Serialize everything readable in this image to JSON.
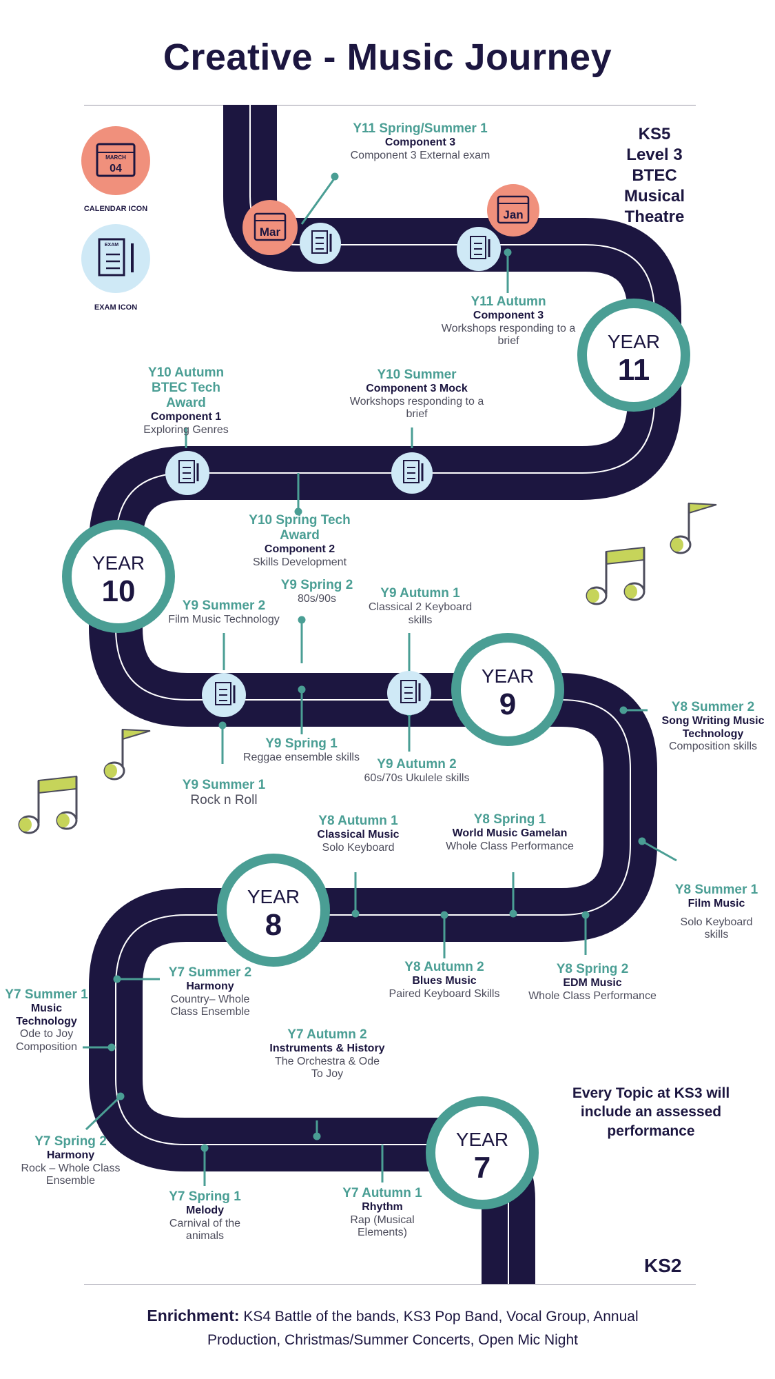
{
  "title": "Creative - Music Journey",
  "legend": {
    "calendar_label": "CALENDAR ICON",
    "calendar_month": "MARCH",
    "calendar_day": "04",
    "exam_label": "EXAM ICON",
    "exam_word": "EXAM"
  },
  "calendar_badges": {
    "mar": "Mar",
    "jan": "Jan"
  },
  "ks5": [
    "KS5",
    "Level 3",
    "BTEC",
    "Musical",
    "Theatre"
  ],
  "ks2": "KS2",
  "every_topic": "Every Topic at KS3 will include an assessed performance",
  "years": [
    {
      "word": "YEAR",
      "num": "11"
    },
    {
      "word": "YEAR",
      "num": "10"
    },
    {
      "word": "YEAR",
      "num": "9"
    },
    {
      "word": "YEAR",
      "num": "8"
    },
    {
      "word": "YEAR",
      "num": "7"
    }
  ],
  "milestones": {
    "y11_spring": {
      "h": "Y11 Spring/Summer 1",
      "s": "Component 3",
      "d": "Component 3 External exam"
    },
    "y11_autumn": {
      "h": "Y11 Autumn",
      "s": "Component 3",
      "d": "Workshops responding to a brief"
    },
    "y10_autumn": {
      "h": "Y10 Autumn BTEC Tech Award",
      "s": "Component 1",
      "d": "Exploring Genres"
    },
    "y10_summer": {
      "h": "Y10 Summer",
      "s": "Component 3 Mock",
      "d": "Workshops responding to a brief"
    },
    "y10_spring": {
      "h": "Y10 Spring Tech Award",
      "s": "Component 2",
      "d": "Skills Development"
    },
    "y9_summer2": {
      "h": "Y9 Summer 2",
      "d": "Film Music Technology"
    },
    "y9_spring2": {
      "h": "Y9 Spring 2",
      "d": "80s/90s"
    },
    "y9_autumn1": {
      "h": "Y9 Autumn 1",
      "d": "Classical 2 Keyboard skills"
    },
    "y9_summer1": {
      "h": "Y9 Summer 1",
      "d": "Rock n Roll"
    },
    "y9_spring1": {
      "h": "Y9 Spring 1",
      "d": "Reggae ensemble skills"
    },
    "y9_autumn2": {
      "h": "Y9 Autumn 2",
      "d": "60s/70s Ukulele  skills"
    },
    "y8_summer2": {
      "h": "Y8 Summer 2",
      "s": "Song Writing Music Technology",
      "d": "Composition skills"
    },
    "y8_autumn1": {
      "h": "Y8 Autumn 1",
      "s": "Classical Music",
      "d": "Solo Keyboard"
    },
    "y8_spring1": {
      "h": "Y8 Spring 1",
      "s": "World Music Gamelan",
      "d": "Whole Class Performance"
    },
    "y8_summer1": {
      "h": "Y8 Summer 1",
      "s": "Film Music",
      "d": "Solo Keyboard skills"
    },
    "y8_autumn2": {
      "h": "Y8 Autumn 2",
      "s": "Blues Music",
      "d": "Paired Keyboard Skills"
    },
    "y8_spring2": {
      "h": "Y8 Spring 2",
      "s": "EDM Music",
      "d": "Whole Class Performance"
    },
    "y7_summer2": {
      "h": "Y7 Summer 2",
      "s": "Harmony",
      "d": "Country– Whole Class Ensemble"
    },
    "y7_summer1": {
      "h": "Y7 Summer 1",
      "s": "Music Technology",
      "d": "Ode to Joy Composition"
    },
    "y7_autumn2": {
      "h": "Y7 Autumn 2",
      "s": "Instruments & History",
      "d": "The Orchestra & Ode To Joy"
    },
    "y7_spring2": {
      "h": "Y7 Spring 2",
      "s": "Harmony",
      "d": "Rock  – Whole Class Ensemble"
    },
    "y7_spring1": {
      "h": "Y7 Spring 1",
      "s": "Melody",
      "d": "Carnival of the animals"
    },
    "y7_autumn1": {
      "h": "Y7 Autumn 1",
      "s": "Rhythm",
      "d": "Rap (Musical Elements)"
    }
  },
  "enrichment": {
    "label": "Enrichment:",
    "text": "KS4 Battle of the bands, KS3 Pop Band, Vocal Group, Annual Production, Christmas/Summer Concerts, Open Mic Night"
  },
  "colors": {
    "road": "#1c1640",
    "teal": "#4a9e94",
    "calendar": "#f0907c",
    "exam": "#cfe9f6",
    "note": "#c6d45a"
  }
}
